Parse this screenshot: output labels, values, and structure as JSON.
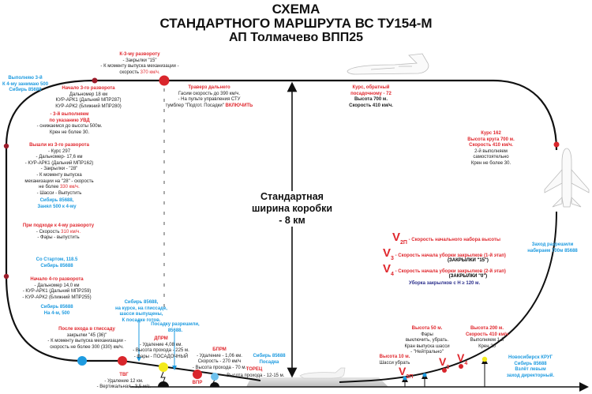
{
  "title": {
    "line1": "СХЕМА",
    "line2": "СТАНДАРТНОГО МАРШРУТА ВС ТУ154-М",
    "line3": "АП Толмачево ВПП25"
  },
  "box_width": {
    "line1": "Стандартная",
    "line2": "ширина коробки",
    "line3": "- 8 км"
  },
  "colors": {
    "route": "#111111",
    "instruction": "#e0282e",
    "radio": "#1e9be0",
    "runway": "#cfcfcf"
  },
  "notes": [
    {
      "id": "n-vyp3",
      "lines": [
        {
          "t": "Выполняю 3-й",
          "c": "blue"
        },
        {
          "t": "К 4-му занимаю 500",
          "c": "blue"
        },
        {
          "t": "Сибирь 85688",
          "c": "blue"
        }
      ]
    },
    {
      "id": "n-k3",
      "lines": [
        {
          "t": "К-3-му развороту",
          "c": "red"
        },
        {
          "t": "- Закрылки  \"15\"",
          "c": "black"
        },
        {
          "t": "- К моменту выпуска механизации  -",
          "c": "black"
        },
        {
          "t": "скорость  ",
          "c": "black",
          "hl": "370 км/ч."
        }
      ]
    },
    {
      "id": "n-nach3",
      "lines": [
        {
          "t": "Начало 3-го разворота",
          "c": "red"
        },
        {
          "t": "Дальномер 18 км",
          "c": "black"
        },
        {
          "t": "КУР-АРК1 (Дальний  МПР287)",
          "c": "black"
        },
        {
          "t": "КУР-АРК2 (Ближний  МПР280)",
          "c": "black"
        }
      ]
    },
    {
      "id": "n-uvd",
      "lines": [
        {
          "t": "- 3-й выполняем",
          "c": "red"
        },
        {
          "t": "по указанию УВД",
          "c": "red"
        },
        {
          "t": "- снижаемся до высоты 500м.",
          "c": "black"
        },
        {
          "t": "Крен не более 30.",
          "c": "black"
        }
      ]
    },
    {
      "id": "n-vyshli3",
      "lines": [
        {
          "t": "Вышли из 3-го разворота",
          "c": "red"
        },
        {
          "t": "- Курс 297",
          "c": "black"
        },
        {
          "t": "- Дальномер- 17,6 км",
          "c": "black"
        },
        {
          "t": "- КУР-АРК1 (Дальний  МПР162)",
          "c": "black"
        },
        {
          "t": "- Закрылки - \"28\"",
          "c": "black"
        },
        {
          "t": "- К моменту выпуска",
          "c": "black"
        },
        {
          "t": "механизации на \"28\" - скорость",
          "c": "black"
        },
        {
          "t": "не более ",
          "c": "black",
          "hl": "330 км/ч."
        },
        {
          "t": "- Шасси - Выпустить",
          "c": "black"
        }
      ]
    },
    {
      "id": "n-zanyal500",
      "lines": [
        {
          "t": "Сибирь 85688,",
          "c": "blue"
        },
        {
          "t": "Занял 500 к 4-му",
          "c": "blue"
        }
      ]
    },
    {
      "id": "n-podhod4",
      "lines": [
        {
          "t": "При подходе к 4-му развороту",
          "c": "red"
        },
        {
          "t": "- Скорость ",
          "c": "black",
          "hl": "310 км/ч."
        },
        {
          "t": "- Фары - выпустить",
          "c": "black"
        }
      ]
    },
    {
      "id": "n-start",
      "lines": [
        {
          "t": "Со Стартом, 118.5",
          "c": "blue"
        },
        {
          "t": "Сибирь 85688",
          "c": "blue"
        }
      ]
    },
    {
      "id": "n-nach4",
      "lines": [
        {
          "t": "Начало 4-го разворота",
          "c": "red"
        },
        {
          "t": "- Дальномер  14,0 км",
          "c": "black"
        },
        {
          "t": "- КУР-АРК1 (Дальний  МПР259)",
          "c": "black"
        },
        {
          "t": "- КУР-АРК2 (Ближний  МПР255)",
          "c": "black"
        }
      ]
    },
    {
      "id": "n-na4",
      "lines": [
        {
          "t": "Сибирь 85688",
          "c": "blue"
        },
        {
          "t": "На 4-м, 500",
          "c": "blue"
        }
      ]
    },
    {
      "id": "n-glissada",
      "lines": [
        {
          "t": "После входа в глиссаду",
          "c": "red"
        },
        {
          "t": "закрылки \"45 (36)\"",
          "c": "black"
        },
        {
          "t": "- К моменту выпуска механизации  -",
          "c": "black"
        },
        {
          "t": "скорость не более 300 (330) км/ч.",
          "c": "black"
        }
      ]
    },
    {
      "id": "n-gotov",
      "lines": [
        {
          "t": "Сибирь 85688,",
          "c": "blue"
        },
        {
          "t": "на курсе, на глиссаде,",
          "c": "blue"
        },
        {
          "t": "шасси выпущены,",
          "c": "blue"
        },
        {
          "t": "К посадке готов.",
          "c": "blue"
        }
      ]
    },
    {
      "id": "n-razreshili",
      "lines": [
        {
          "t": "Посадку разрешили,",
          "c": "blue"
        },
        {
          "t": "85688.",
          "c": "blue"
        }
      ]
    },
    {
      "id": "n-dprm",
      "lines": [
        {
          "t": "ДПРМ",
          "c": "red"
        },
        {
          "t": "- Удаление  4,08 км.",
          "c": "black"
        },
        {
          "t": "- Высота прохода - 225 м.",
          "c": "black"
        },
        {
          "t": "- Фары - ПОСАДОЧНЫЙ",
          "c": "black"
        }
      ]
    },
    {
      "id": "n-tvg",
      "lines": [
        {
          "t": "ТВГ",
          "c": "red"
        },
        {
          "t": "- Удаление  12 км.",
          "c": "black"
        },
        {
          "t": "- Вертикальная - 3,5 м/с.",
          "c": "black"
        }
      ]
    },
    {
      "id": "n-vpr",
      "lines": [
        {
          "t": "ВПР",
          "c": "red"
        }
      ]
    },
    {
      "id": "n-bprm",
      "lines": [
        {
          "t": "БПРМ",
          "c": "red"
        },
        {
          "t": "- Удаление - 1,06 км.",
          "c": "black"
        },
        {
          "t": "Скорость - 270 км/ч",
          "c": "black"
        },
        {
          "t": "- Высота прохода - 70 м.",
          "c": "black"
        }
      ]
    },
    {
      "id": "n-torec",
      "lines": [
        {
          "t": "ТОРЕЦ",
          "c": "red"
        },
        {
          "t": "- Высота прохода - 12-15 м.",
          "c": "black"
        }
      ]
    },
    {
      "id": "n-posadka",
      "lines": [
        {
          "t": "Сибирь 85688",
          "c": "blue"
        },
        {
          "t": "Посадка",
          "c": "blue"
        }
      ]
    },
    {
      "id": "n-traverz",
      "lines": [
        {
          "t": "Траверз дальнего",
          "c": "red"
        },
        {
          "t": "Гасим скорость до 390 км/ч.",
          "c": "black"
        },
        {
          "t": "- На пульте управления СТУ",
          "c": "black"
        },
        {
          "t": "тумблер \"Подгот. Посадки\"  ",
          "c": "black",
          "hlb": "ВКЛЮЧИТЬ"
        }
      ]
    },
    {
      "id": "n-kurs72",
      "lines": [
        {
          "t": "Курс, обратный",
          "c": "red"
        },
        {
          "t": "посадочному - 72",
          "c": "red"
        },
        {
          "t": "Высота 700 м.",
          "c": "bold"
        },
        {
          "t": "Скорость 410 км/ч.",
          "c": "bold"
        }
      ]
    },
    {
      "id": "n-kurs162",
      "lines": [
        {
          "t": "Курс 162",
          "c": "red"
        },
        {
          "t": "Высота круга 700 м.",
          "c": "red"
        },
        {
          "t": "Скорость 410 км/ч.",
          "c": "red"
        },
        {
          "t": "2-й выполняем",
          "c": "black"
        },
        {
          "t": "самостоятельно",
          "c": "black"
        },
        {
          "t": "Крен не более 30.",
          "c": "black"
        }
      ]
    },
    {
      "id": "n-zahod",
      "lines": [
        {
          "t": "Заход разрешили",
          "c": "blue"
        },
        {
          "t": "набираем 700м 85688",
          "c": "blue"
        }
      ]
    },
    {
      "id": "n-h10",
      "lines": [
        {
          "t": "Высота 10 м.",
          "c": "red"
        },
        {
          "t": "Шасси убрать",
          "c": "black"
        }
      ]
    },
    {
      "id": "n-h50",
      "lines": [
        {
          "t": "Высота 50 м.",
          "c": "red"
        },
        {
          "t": "Фары",
          "c": "black"
        },
        {
          "t": "выключить, убрать.",
          "c": "black"
        },
        {
          "t": "Кран выпуска шасси",
          "c": "black"
        },
        {
          "t": "- \"Нейтрально\"",
          "c": "black"
        }
      ]
    },
    {
      "id": "n-h200",
      "lines": [
        {
          "t": "Высота 200 м.",
          "c": "red"
        },
        {
          "t": "Скорость 410 км/ч",
          "c": "red"
        },
        {
          "t": "Выполняем 1-й",
          "c": "black"
        },
        {
          "t": "Крен 20",
          "c": "black"
        }
      ]
    },
    {
      "id": "n-krug",
      "lines": [
        {
          "t": "Новосибирск КРУГ",
          "c": "blue"
        },
        {
          "t": "Сибирь 85688",
          "c": "blue"
        },
        {
          "t": "Взлёт левым",
          "c": "blue"
        },
        {
          "t": "заход директорный.",
          "c": "blue"
        }
      ]
    }
  ],
  "speed_labels": {
    "v2p": {
      "v": "V",
      "sub": "2П"
    },
    "v3": {
      "v": "V",
      "sub": "3"
    },
    "v4": {
      "v": "V",
      "sub": "4"
    }
  },
  "legend": {
    "v2p": {
      "v": "V",
      "sub": "2П",
      "text": " - Скорость начального набора высоты"
    },
    "v3": {
      "v": "V",
      "sub": "3",
      "text": "  - Скорость начала уборки закрылков (1-й этап)",
      "note": "(ЗАКРЫЛКИ \"15\")"
    },
    "v4": {
      "v": "V",
      "sub": "4",
      "text": "  - Скорость начала уборки закрылков (2-й этап)",
      "note": "(ЗАКРЫЛКИ \"0\")"
    },
    "flaps": "Уборка закрылков с H ≥ 120 м."
  }
}
